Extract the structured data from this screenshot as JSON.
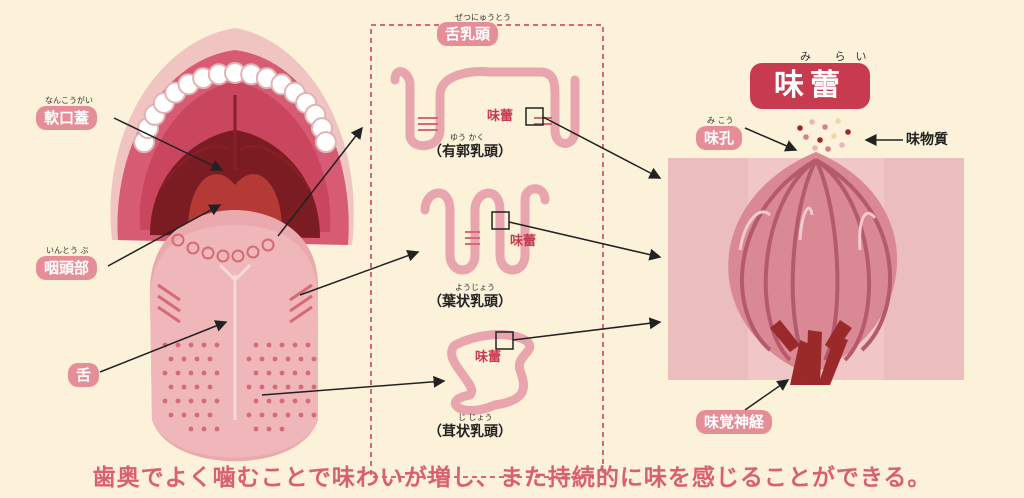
{
  "labels": {
    "soft_palate": {
      "ruby": "なんこうがい",
      "text": "軟口蓋"
    },
    "pharynx": {
      "ruby": "いんとう ぶ",
      "text": "咽頭部"
    },
    "tongue": {
      "text": "舌"
    },
    "tongue_papillae": {
      "ruby": "ぜつにゅうとう",
      "text": "舌乳頭"
    },
    "circumvallate": {
      "ruby": "ゆう かく",
      "text": "（有郭乳頭）"
    },
    "foliate": {
      "ruby": "ようじょう",
      "text": "（葉状乳頭）"
    },
    "fungiform": {
      "ruby": "じ じょう",
      "text": "（茸状乳頭）"
    },
    "taste_bud_mark": "味蕾",
    "taste_bud_title": {
      "ruby": "み らい",
      "text": "味蕾"
    },
    "taste_pore": {
      "ruby": "み こう",
      "text": "味孔"
    },
    "taste_substance": {
      "text": "味物質"
    },
    "taste_nerve": {
      "text": "味覚神経"
    }
  },
  "caption": "歯奥でよく噛むことで味わいが増し、また持続的に味を感じることができる。",
  "colors": {
    "background": "#fbf2d9",
    "tag_pink": "#e58e98",
    "title_red": "#c83a4d",
    "caption_pink": "#d9606f",
    "tongue": "#e9a9ad",
    "bud_pink": "#d98894",
    "nerve": "#9a2a2a"
  }
}
